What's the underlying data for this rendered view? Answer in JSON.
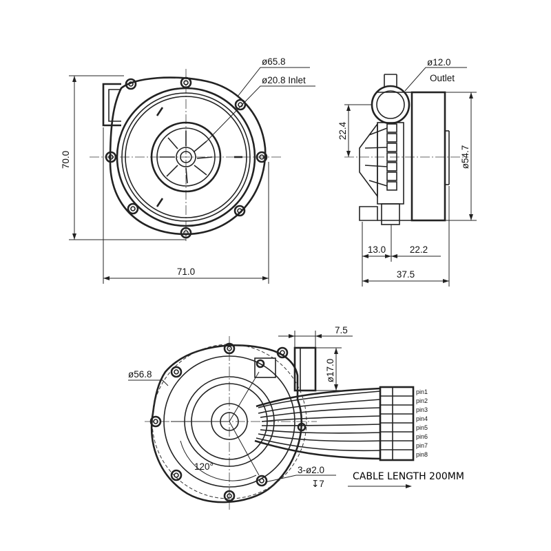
{
  "front_view": {
    "dia_outer": "ø65.8",
    "dia_inlet": "ø20.8 Inlet",
    "height": "70.0",
    "width": "71.0"
  },
  "side_view": {
    "dia_outlet": "ø12.0",
    "outlet_label": "Outlet",
    "offset_224": "22.4",
    "dia_547": "ø54.7",
    "dim_130": "13.0",
    "dim_222": "22.2",
    "depth": "37.5"
  },
  "rear_view": {
    "dim_75": "7.5",
    "dia_170": "ø17.0",
    "dia_568": "ø56.8",
    "angle": "120°",
    "holes": "3-ø2.0",
    "hole_depth": "↧7",
    "pins": [
      "pin1",
      "pin2",
      "pin3",
      "pin4",
      "pin5",
      "pin6",
      "pin7",
      "pin8"
    ]
  },
  "note": "CABLE LENGTH 200MM"
}
